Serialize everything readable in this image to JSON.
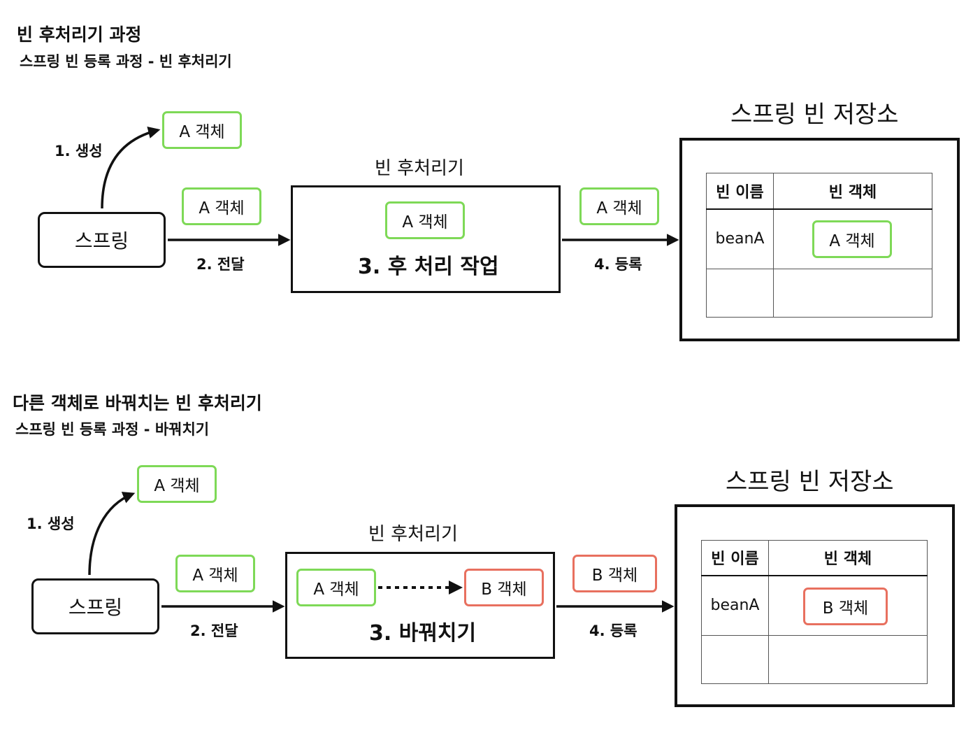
{
  "section1": {
    "title": "빈 후처리기 과정",
    "subtitle": "스프링 빈 등록 과정 - 빈 후처리기",
    "spring_label": "스프링",
    "created_object": "A 객체",
    "step1_label": "1. 생성",
    "passed_object": "A 객체",
    "step2_label": "2. 전달",
    "processor_title": "빈 후처리기",
    "processor_object": "A 객체",
    "processor_step": "3. 후 처리 작업",
    "registered_object": "A 객체",
    "step4_label": "4. 등록",
    "storage_title": "스프링 빈 저장소",
    "table": {
      "header_name": "빈 이름",
      "header_object": "빈 객체",
      "row_name": "beanA",
      "row_object": "A 객체"
    }
  },
  "section2": {
    "title": "다른 객체로 바꿔치는 빈 후처리기",
    "subtitle": "스프링 빈 등록 과정 - 바꿔치기",
    "spring_label": "스프링",
    "created_object": "A 객체",
    "step1_label": "1. 생성",
    "passed_object": "A 객체",
    "step2_label": "2. 전달",
    "processor_title": "빈 후처리기",
    "processor_object_in": "A 객체",
    "processor_object_out": "B 객체",
    "processor_step": "3. 바꿔치기",
    "registered_object": "B 객체",
    "step4_label": "4. 등록",
    "storage_title": "스프링 빈 저장소",
    "table": {
      "header_name": "빈 이름",
      "header_object": "빈 객체",
      "row_name": "beanA",
      "row_object": "B 객체"
    }
  },
  "colors": {
    "green_border": "#7ed957",
    "red_border": "#e8705f",
    "stroke": "#111111"
  }
}
